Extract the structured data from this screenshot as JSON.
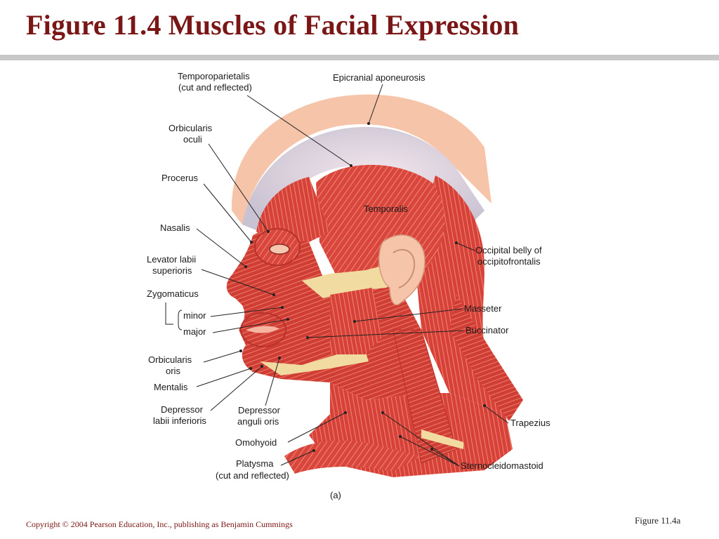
{
  "title": "Figure 11.4  Muscles of Facial Expression",
  "colors": {
    "title": "#7a1616",
    "muscle": "#d9463d",
    "tendon": "#f1dba0",
    "skin": "#f6c4a8",
    "aponeurosis": "#e4e2ea"
  },
  "labels": {
    "temporoparietalis_1": "Temporoparietalis",
    "temporoparietalis_2": "(cut and reflected)",
    "epicranial": "Epicranial aponeurosis",
    "orbicularis_oculi_1": "Orbicularis",
    "orbicularis_oculi_2": "oculi",
    "procerus": "Procerus",
    "nasalis": "Nasalis",
    "levator_1": "Levator labii",
    "levator_2": "superioris",
    "zygomaticus": "Zygomaticus",
    "zyg_minor": "minor",
    "zyg_major": "major",
    "orbicularis_oris_1": "Orbicularis",
    "orbicularis_oris_2": "oris",
    "mentalis": "Mentalis",
    "depressor_labii_1": "Depressor",
    "depressor_labii_2": "labii inferioris",
    "depressor_anguli_1": "Depressor",
    "depressor_anguli_2": "anguli oris",
    "omohyoid": "Omohyoid",
    "platysma_1": "Platysma",
    "platysma_2": "(cut and reflected)",
    "temporalis": "Temporalis",
    "occipital_1": "Occipital belly of",
    "occipital_2": "occipitofrontalis",
    "masseter": "Masseter",
    "buccinator": "Buccinator",
    "trapezius": "Trapezius",
    "sternocleidomastoid": "Sternocleidomastoid",
    "panel": "(a)"
  },
  "footer": {
    "copyright": "Copyright © 2004 Pearson Education, Inc., publishing as Benjamin Cummings",
    "figure_ref": "Figure 11.4a"
  }
}
